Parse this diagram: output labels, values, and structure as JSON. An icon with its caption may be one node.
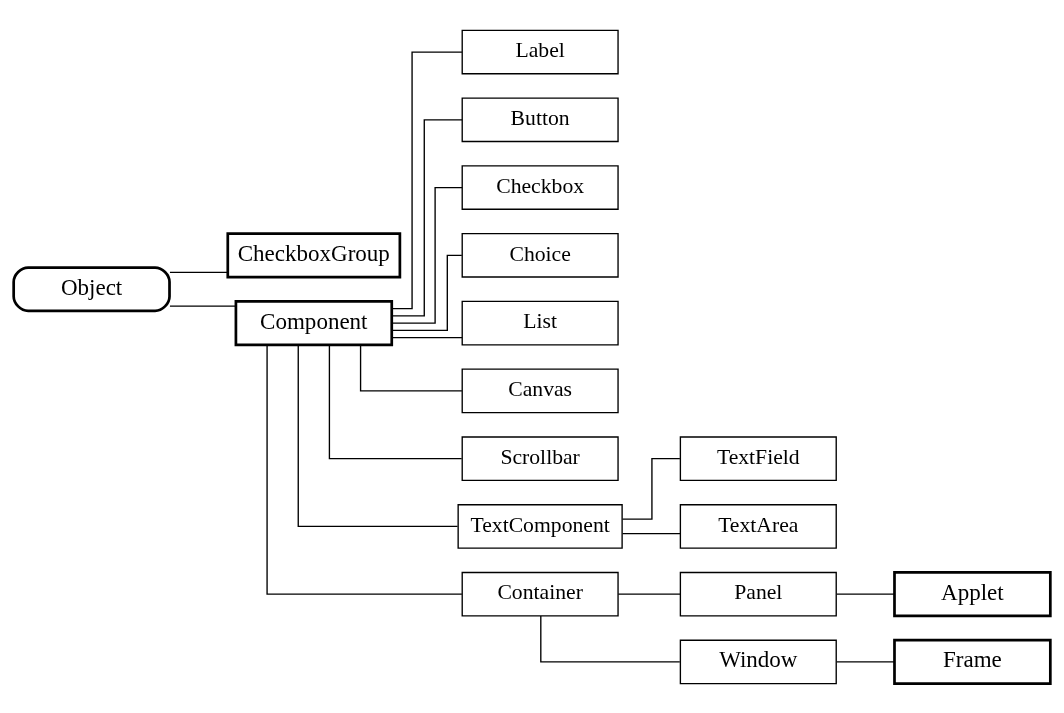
{
  "diagram": {
    "nodes": [
      {
        "text": [
          "Object"
        ]
      },
      {
        "text": [
          "CheckboxGroup"
        ]
      },
      {
        "text": [
          "Component"
        ]
      },
      {
        "text": [
          "Label"
        ]
      },
      {
        "text": [
          "Button"
        ]
      },
      {
        "text": [
          "Checkbox"
        ]
      },
      {
        "text": [
          "Choice"
        ]
      },
      {
        "text": [
          "List"
        ]
      },
      {
        "text": [
          "Canvas"
        ]
      },
      {
        "text": [
          "Scrollbar"
        ]
      },
      {
        "text": [
          "TextComponent"
        ]
      },
      {
        "text": [
          "TextField"
        ]
      },
      {
        "text": [
          "TextArea"
        ]
      },
      {
        "text": [
          "Container"
        ]
      },
      {
        "text": [
          "Panel"
        ]
      },
      {
        "text": [
          "Window"
        ]
      },
      {
        "text": [
          "Applet"
        ]
      },
      {
        "text": [
          "Frame"
        ]
      }
    ],
    "edges": [
      {
        "from": 0,
        "to": 1,
        "arrow": "none"
      },
      {
        "from": 0,
        "to": 2,
        "arrow": "none"
      },
      {
        "from": 2,
        "to": 3,
        "arrow": "none"
      },
      {
        "from": 2,
        "to": 4,
        "arrow": "none"
      },
      {
        "from": 2,
        "to": 5,
        "arrow": "none"
      },
      {
        "from": 2,
        "to": 6,
        "arrow": "none"
      },
      {
        "from": 2,
        "to": 7,
        "arrow": "none"
      },
      {
        "from": 2,
        "to": 8,
        "arrow": "none"
      },
      {
        "from": 2,
        "to": 9,
        "arrow": "none"
      },
      {
        "from": 2,
        "to": 10,
        "arrow": "none"
      },
      {
        "from": 2,
        "to": 13,
        "arrow": "none"
      },
      {
        "from": 10,
        "to": 11,
        "arrow": "none"
      },
      {
        "from": 10,
        "to": 12,
        "arrow": "none"
      },
      {
        "from": 13,
        "to": 14,
        "arrow": "none"
      },
      {
        "from": 13,
        "to": 15,
        "arrow": "none"
      },
      {
        "from": 14,
        "to": 16,
        "arrow": "none"
      },
      {
        "from": 15,
        "to": 17,
        "arrow": "none"
      }
    ]
  }
}
